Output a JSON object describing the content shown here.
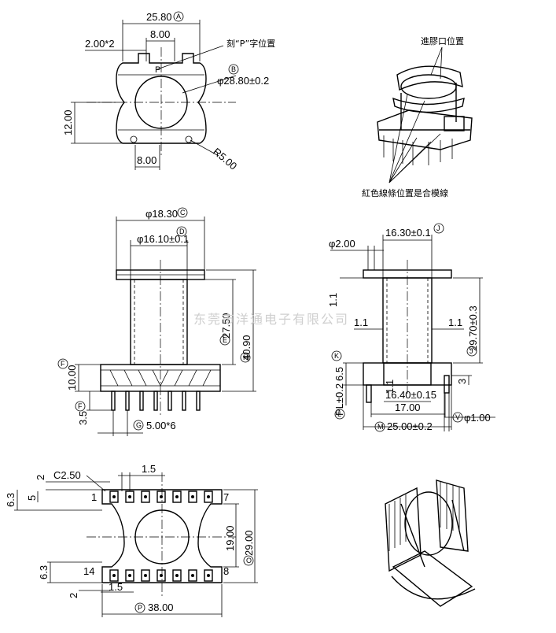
{
  "top_view": {
    "dim_width": "25.80",
    "mark_width": "A",
    "dim_pitch": "2.00*2",
    "dim_slot_top": "8.00",
    "note_p": "刻“P”字位置",
    "mark_diameter": "B",
    "dim_diameter": "φ28.80±0.2",
    "dim_height": "12.00",
    "dim_slot_bottom": "8.00",
    "dim_radius": "R5.00"
  },
  "iso_top": {
    "note_gate": "進膠口位置",
    "note_parting": "紅色線條位置是合模線"
  },
  "front_view": {
    "dim_outer": "φ18.30",
    "mark_outer": "C",
    "dim_inner": "φ16.10±0.1",
    "mark_inner": "D",
    "dim_winding": "27.50",
    "mark_winding": "E",
    "dim_total": "40.90",
    "mark_total": "H",
    "dim_base": "10.00",
    "mark_base": "F",
    "dim_pin": "3.5",
    "mark_pin": "F",
    "dim_pitch": "5.00*6",
    "mark_pitch": "G"
  },
  "side_view": {
    "dim_pin_dia": "φ2.00",
    "dim_core": "16.30±0.1",
    "mark_core": "J",
    "dim_wall_top": "1.1",
    "dim_wall_left": "1.1",
    "dim_wall_right": "1.1",
    "dim_wall_bottom": "1.1",
    "dim_height": "29.70±0.3",
    "mark_height": "J",
    "dim_base_h": "6.5",
    "mark_base_h": "K",
    "dim_step": "3",
    "dim_pl": "PL±0.2",
    "mark_pl": "L",
    "dim_base_in": "16.40±0.15",
    "dim_base_w": "17.00",
    "dim_base_total": "25.00±0.2",
    "mark_base_total": "M",
    "dim_pin_size": "φ1.00",
    "mark_pin_size": "V"
  },
  "bottom_view": {
    "dim_top_gap": "2",
    "dim_chamfer": "C2.50",
    "dim_top_pitch": "1.5",
    "dim_row_h": "6.3",
    "dim_row_inner": "5",
    "pin_1": "1",
    "pin_7": "7",
    "dim_inner_h": "19.00",
    "dim_outer_h": "29.00",
    "mark_outer_h": "O",
    "dim_row_h2": "6.3",
    "pin_14": "14",
    "pin_8": "8",
    "dim_bottom_gap": "2",
    "dim_bottom_pitch": "1.5",
    "dim_length": "38.00",
    "mark_length": "P"
  },
  "watermark": "东莞市洋通电子有限公司"
}
